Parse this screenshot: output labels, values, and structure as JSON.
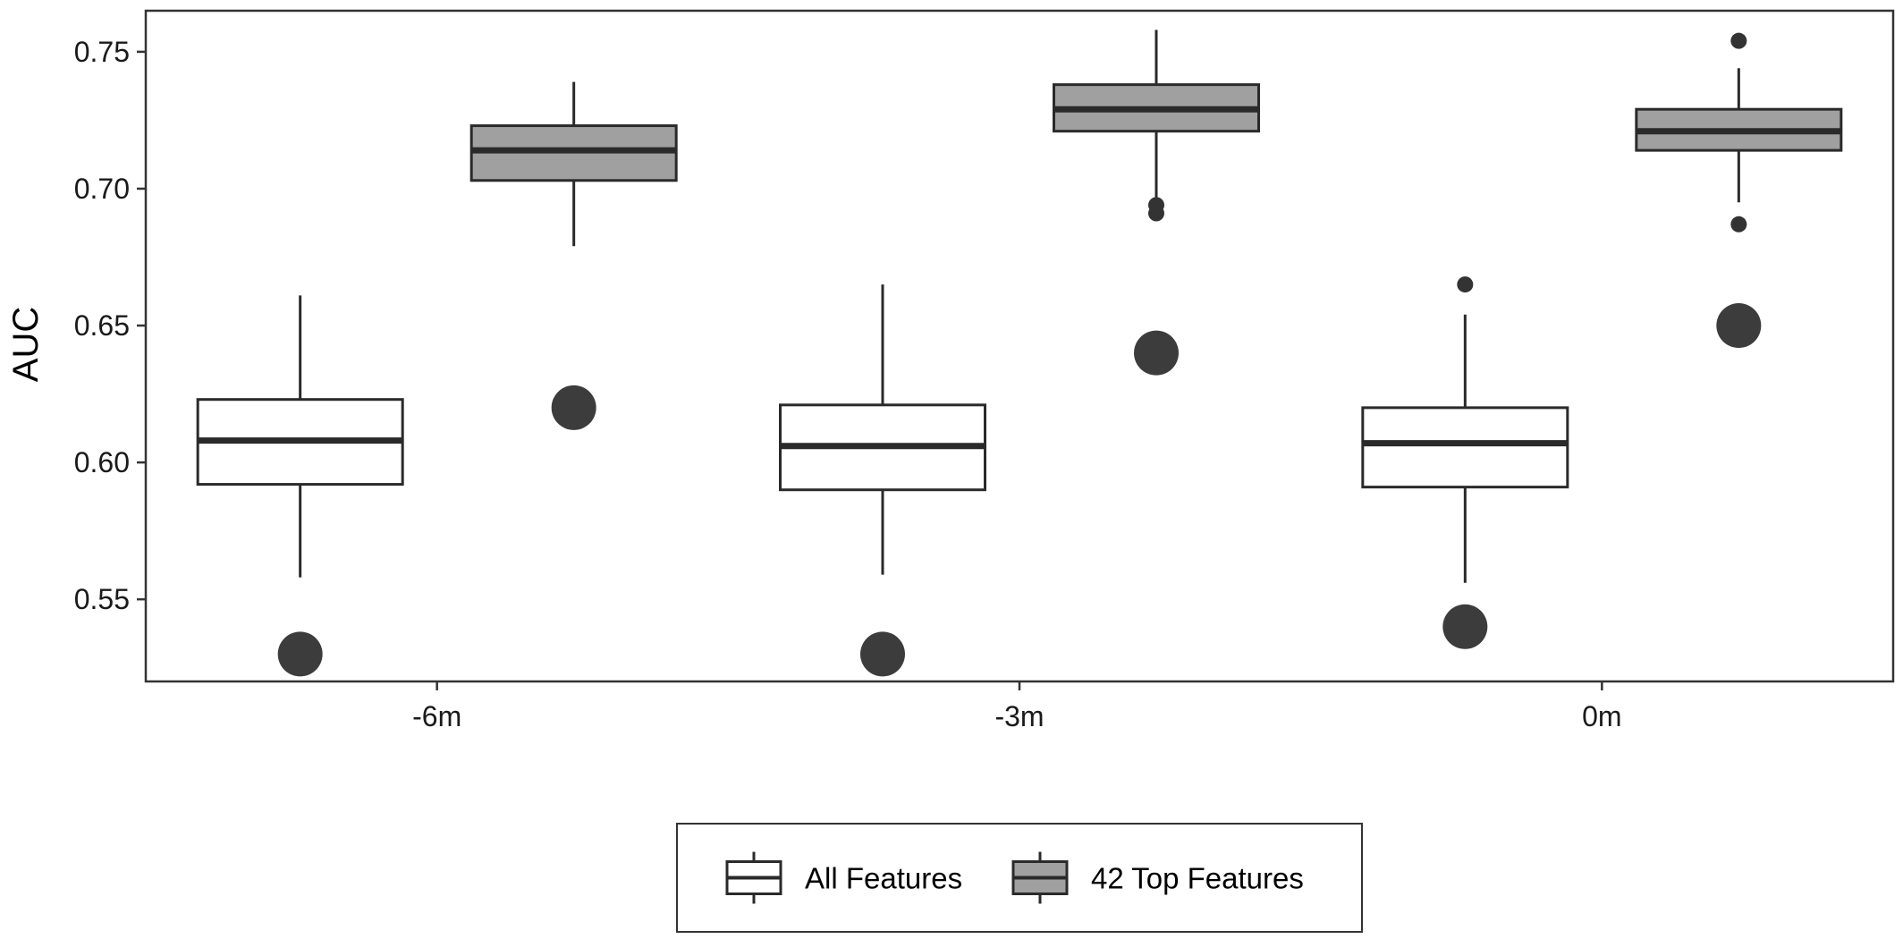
{
  "chart_data": {
    "type": "box",
    "title": "",
    "xlabel": "",
    "ylabel": "AUC",
    "categories": [
      "-6m",
      "-3m",
      "0m"
    ],
    "ylim": [
      0.52,
      0.765
    ],
    "yticks": [
      0.55,
      0.6,
      0.65,
      0.7,
      0.75
    ],
    "ytick_labels": [
      "0.55",
      "0.60",
      "0.65",
      "0.70",
      "0.75"
    ],
    "grid": false,
    "legend_position": "bottom",
    "series": [
      {
        "name": "All Features",
        "fill": "#ffffff",
        "boxes": [
          {
            "category": "-6m",
            "whisker_low": 0.558,
            "q1": 0.592,
            "median": 0.608,
            "q3": 0.623,
            "whisker_high": 0.661,
            "outliers": [],
            "point": 0.53
          },
          {
            "category": "-3m",
            "whisker_low": 0.559,
            "q1": 0.59,
            "median": 0.606,
            "q3": 0.621,
            "whisker_high": 0.665,
            "outliers": [],
            "point": 0.53
          },
          {
            "category": "0m",
            "whisker_low": 0.556,
            "q1": 0.591,
            "median": 0.607,
            "q3": 0.62,
            "whisker_high": 0.654,
            "outliers": [
              0.665
            ],
            "point": 0.54
          }
        ]
      },
      {
        "name": "42 Top Features",
        "fill": "#a0a0a0",
        "boxes": [
          {
            "category": "-6m",
            "whisker_low": 0.679,
            "q1": 0.703,
            "median": 0.714,
            "q3": 0.723,
            "whisker_high": 0.739,
            "outliers": [],
            "point": 0.62
          },
          {
            "category": "-3m",
            "whisker_low": 0.695,
            "q1": 0.721,
            "median": 0.729,
            "q3": 0.738,
            "whisker_high": 0.758,
            "outliers": [
              0.694,
              0.691
            ],
            "point": 0.64
          },
          {
            "category": "0m",
            "whisker_low": 0.695,
            "q1": 0.714,
            "median": 0.721,
            "q3": 0.729,
            "whisker_high": 0.744,
            "outliers": [
              0.754,
              0.687
            ],
            "point": 0.65
          }
        ]
      }
    ],
    "colors": {
      "stroke": "#2a2a2a",
      "point": "#3c3c3c",
      "frame": "#333333"
    }
  }
}
